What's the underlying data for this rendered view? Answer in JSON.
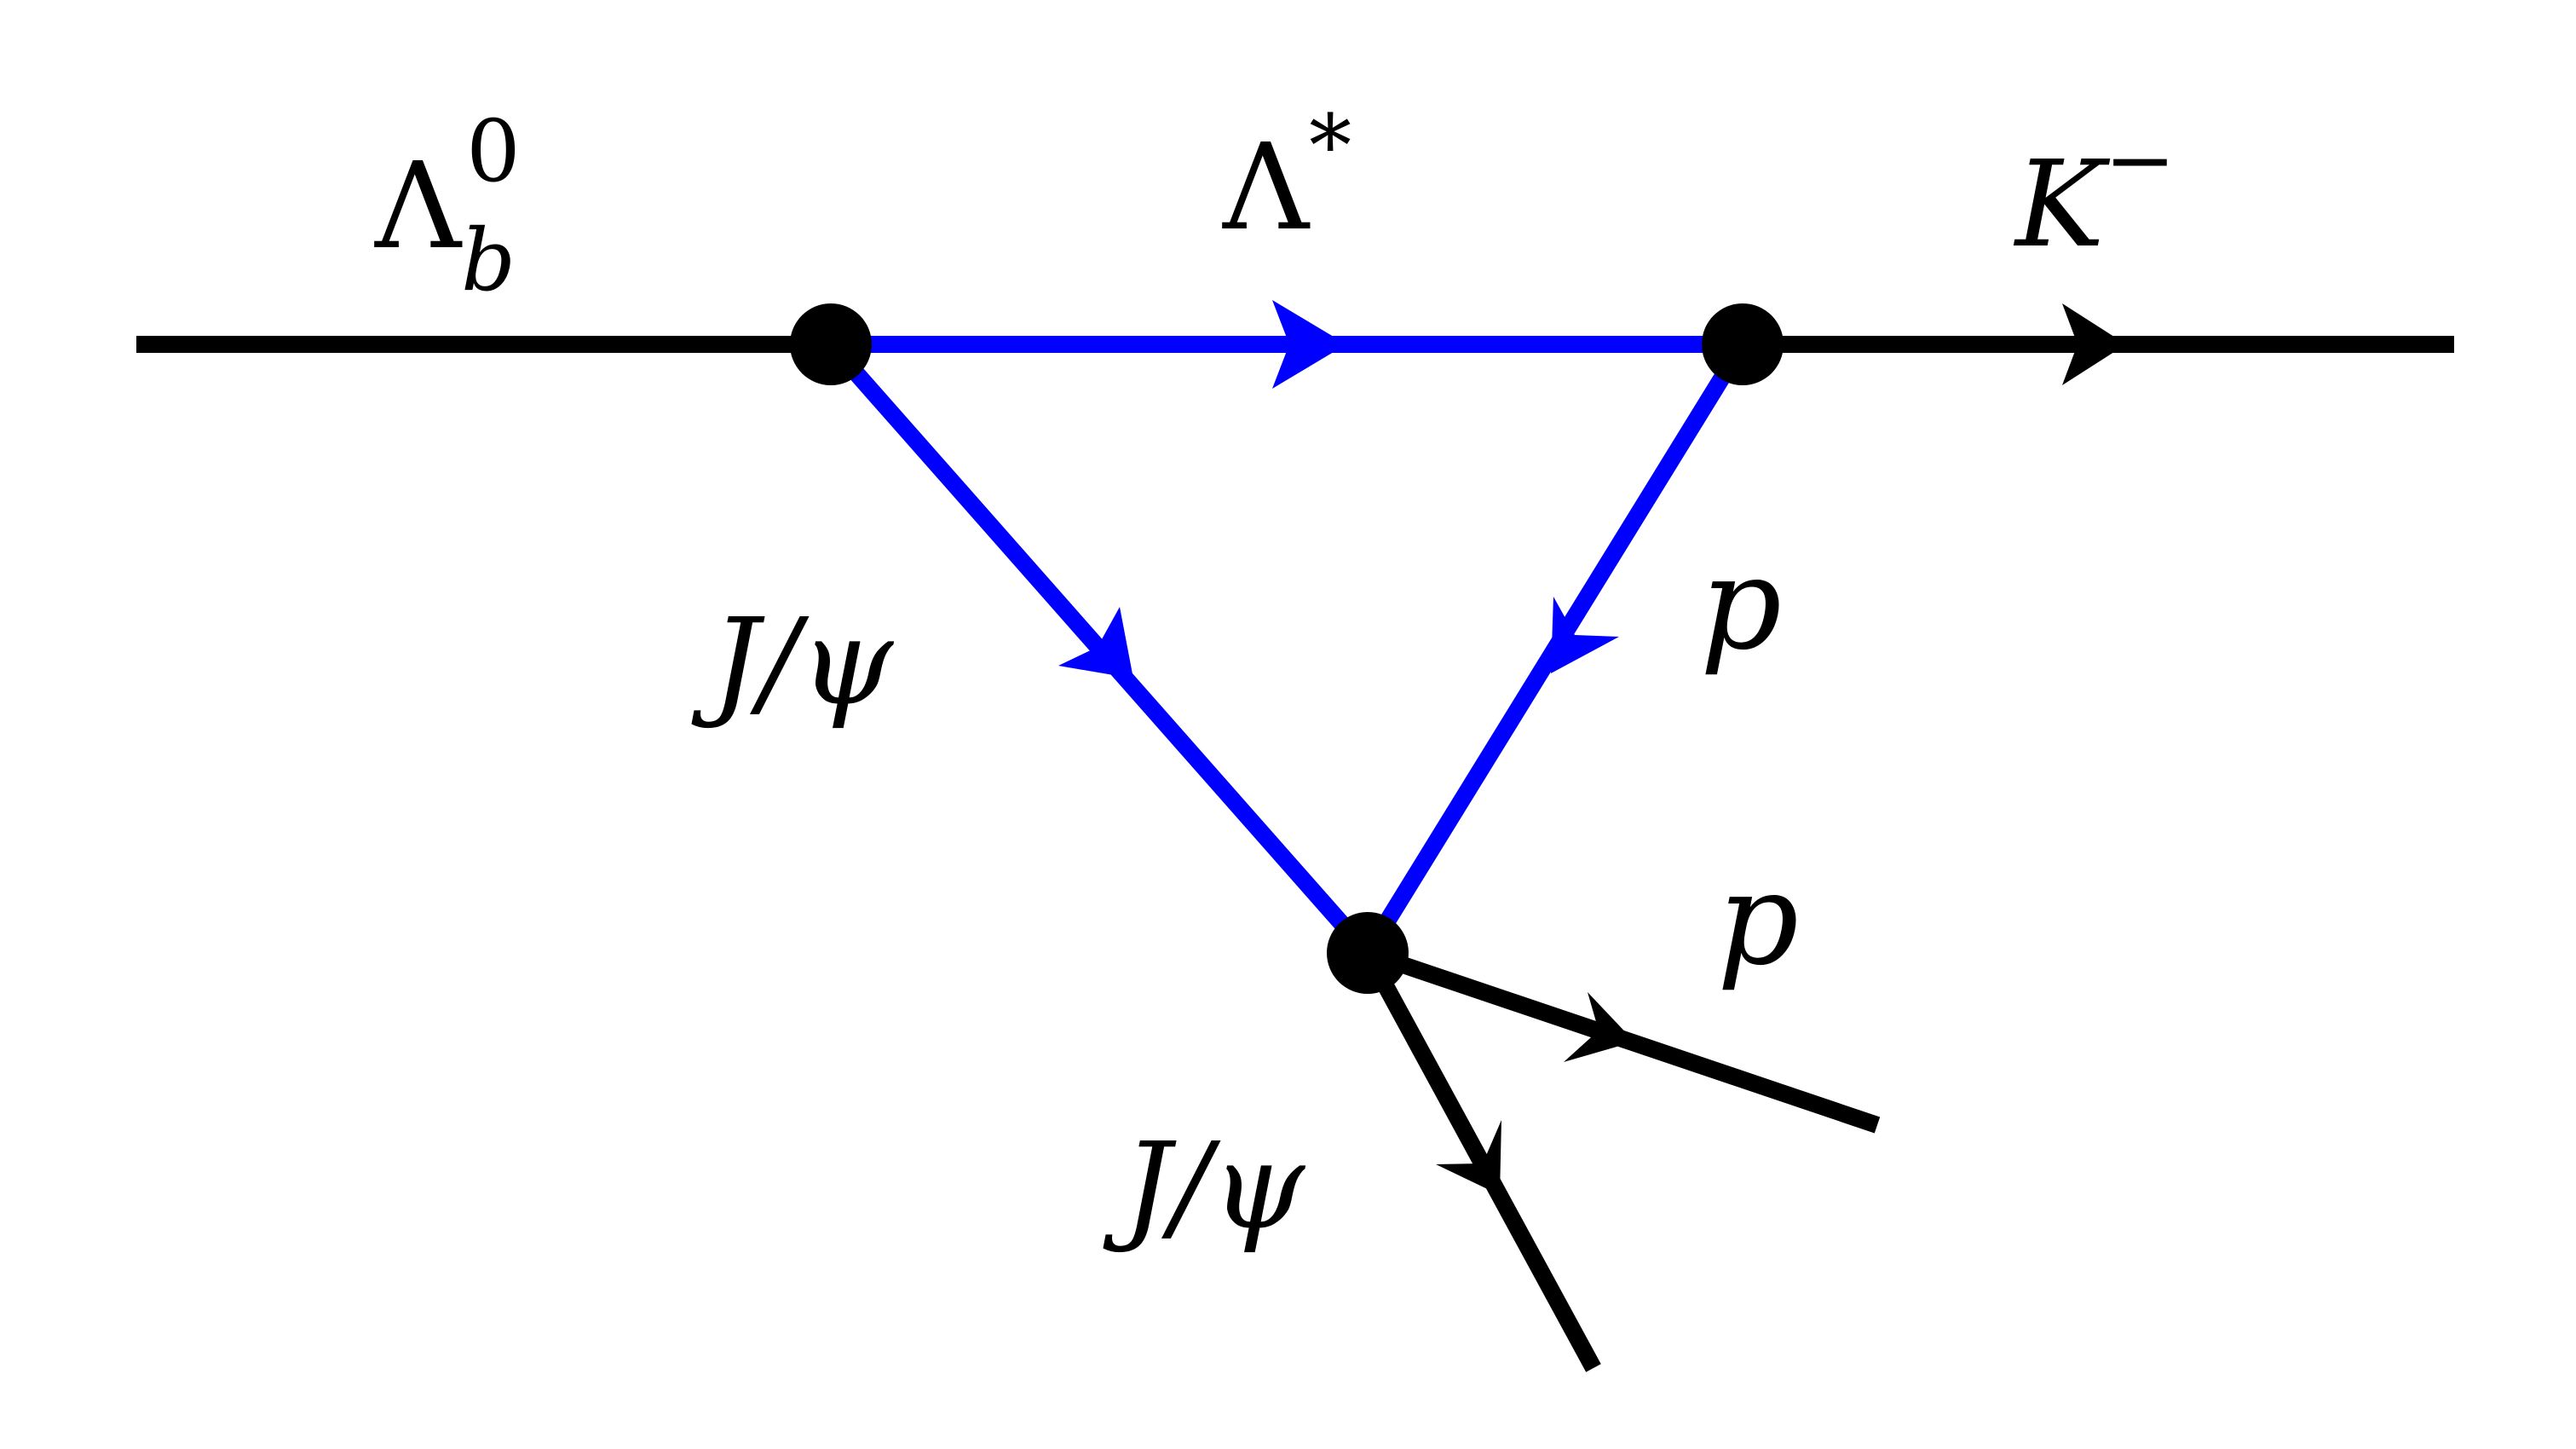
{
  "colors": {
    "internal_lines": "#0000ff",
    "external_lines": "#000000",
    "vertices": "#000000",
    "background": "#ffffff"
  },
  "labels": {
    "lambda_b": {
      "base": "Λ",
      "sub": "b",
      "sup": "0"
    },
    "lambda_star": {
      "base": "Λ",
      "sup": "*"
    },
    "k_minus": {
      "base": "K",
      "sup": "−"
    },
    "jpsi_internal": "J/ψ",
    "p_internal": "p",
    "p_outgoing": "p",
    "jpsi_outgoing": "J/ψ"
  }
}
